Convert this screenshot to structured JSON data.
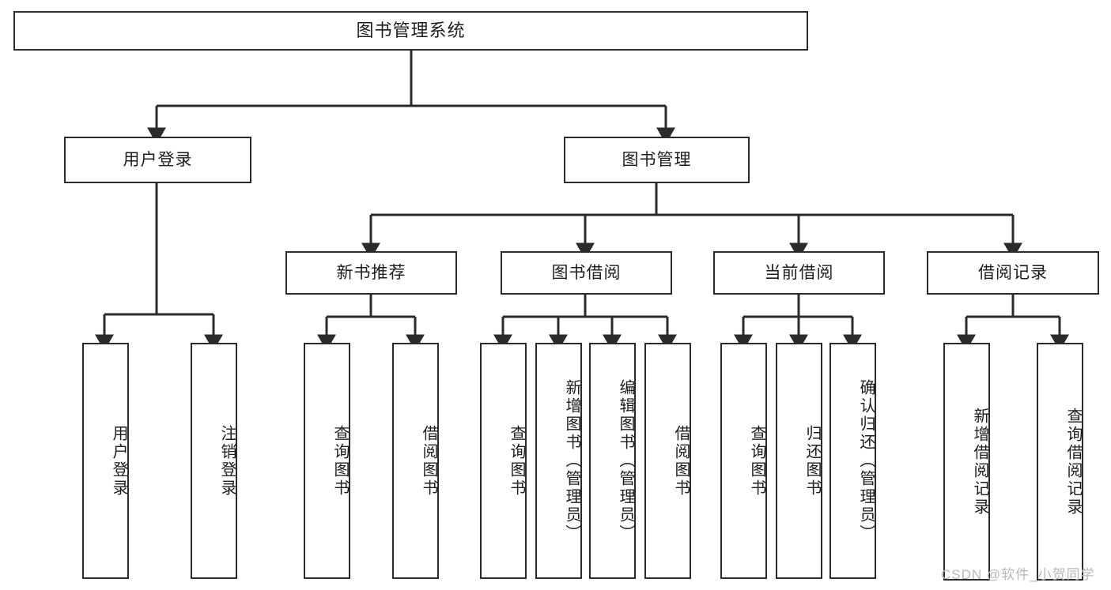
{
  "diagram": {
    "title": "图书管理系统",
    "type": "tree-hierarchy",
    "levels": {
      "root": {
        "label": "图书管理系统"
      },
      "level2": [
        {
          "id": "user-login",
          "label": "用户登录"
        },
        {
          "id": "book-management",
          "label": "图书管理"
        }
      ],
      "level3": [
        {
          "id": "new-book-recommend",
          "label": "新书推荐",
          "parent": "book-management"
        },
        {
          "id": "book-borrow",
          "label": "图书借阅",
          "parent": "book-management"
        },
        {
          "id": "current-borrow",
          "label": "当前借阅",
          "parent": "book-management"
        },
        {
          "id": "borrow-record",
          "label": "借阅记录",
          "parent": "book-management"
        }
      ],
      "leaves": [
        {
          "id": "leaf-user-login",
          "label": "用户登录",
          "parent": "user-login"
        },
        {
          "id": "leaf-logout-login",
          "label": "注销登录",
          "parent": "user-login"
        },
        {
          "id": "leaf-query-book-1",
          "label": "查询图书",
          "parent": "new-book-recommend"
        },
        {
          "id": "leaf-borrow-book-1",
          "label": "借阅图书",
          "parent": "new-book-recommend"
        },
        {
          "id": "leaf-query-book-2",
          "label": "查询图书",
          "parent": "book-borrow"
        },
        {
          "id": "leaf-add-book",
          "label": "新增图书（管理员）",
          "parent": "book-borrow"
        },
        {
          "id": "leaf-edit-book",
          "label": "编辑图书（管理员）",
          "parent": "book-borrow"
        },
        {
          "id": "leaf-borrow-book-2",
          "label": "借阅图书",
          "parent": "book-borrow"
        },
        {
          "id": "leaf-query-book-3",
          "label": "查询图书",
          "parent": "current-borrow"
        },
        {
          "id": "leaf-return-book",
          "label": "归还图书",
          "parent": "current-borrow"
        },
        {
          "id": "leaf-confirm-return",
          "label": "确认归还（管理员）",
          "parent": "current-borrow"
        },
        {
          "id": "leaf-add-record",
          "label": "新增借阅记录",
          "parent": "borrow-record"
        },
        {
          "id": "leaf-query-record",
          "label": "查询借阅记录",
          "parent": "borrow-record"
        }
      ]
    },
    "watermark": "CSDN @软件_小贺同学",
    "colors": {
      "box_border": "#2b2b2b",
      "box_fill": "#ffffff",
      "edge": "#2b2b2b",
      "text": "#1d1d1d",
      "watermark": "#b9b9b9",
      "background": "#ffffff"
    }
  }
}
